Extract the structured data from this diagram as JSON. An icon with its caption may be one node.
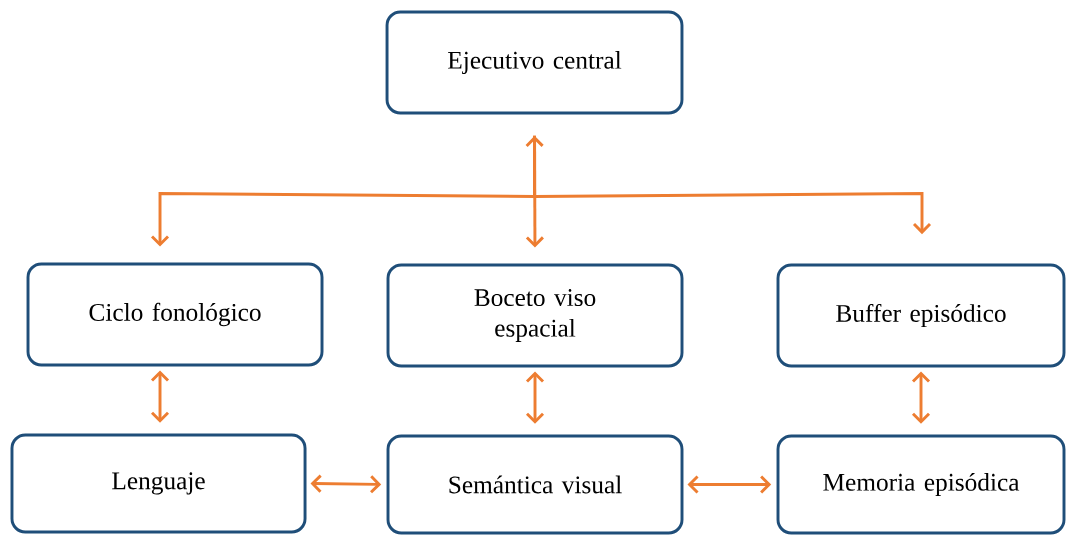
{
  "diagram": {
    "nodes": [
      {
        "text": [
          "Ejecutivo central"
        ]
      },
      {
        "text": [
          "Ciclo fonológico"
        ]
      },
      {
        "text": [
          "Boceto viso espacial"
        ]
      },
      {
        "text": [
          "Buffer episódico"
        ]
      },
      {
        "text": [
          "Lenguaje"
        ]
      },
      {
        "text": [
          "Semántica visual"
        ]
      },
      {
        "text": [
          "Memoria episódica"
        ]
      }
    ],
    "edges": [
      {
        "from": 0,
        "to": 2,
        "arrow": "both"
      },
      {
        "from": 0,
        "to": 1,
        "arrow": "to"
      },
      {
        "from": 0,
        "to": 3,
        "arrow": "to"
      },
      {
        "from": 1,
        "to": 4,
        "arrow": "both"
      },
      {
        "from": 2,
        "to": 5,
        "arrow": "both"
      },
      {
        "from": 3,
        "to": 6,
        "arrow": "both"
      },
      {
        "from": 4,
        "to": 5,
        "arrow": "both"
      },
      {
        "from": 5,
        "to": 6,
        "arrow": "both"
      }
    ]
  }
}
